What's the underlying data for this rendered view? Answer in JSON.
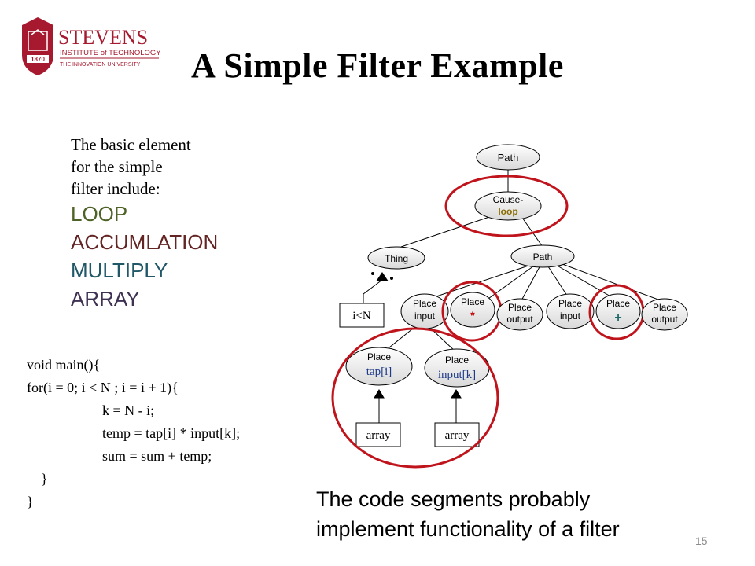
{
  "logo": {
    "brand": "STEVENS",
    "line1": "INSTITUTE of TECHNOLOGY",
    "line2": "THE INNOVATION UNIVERSITY",
    "year": "1870",
    "brand_color": "#a6192e"
  },
  "slide": {
    "title": "A Simple Filter Example",
    "page_number": "15"
  },
  "intro": {
    "lines": [
      "The basic element",
      "for the simple",
      "filter include:"
    ],
    "keywords": [
      {
        "text": "LOOP",
        "color": "#4f6228"
      },
      {
        "text": "ACCUMLATION",
        "color": "#632523"
      },
      {
        "text": "MULTIPLY",
        "color": "#215868"
      },
      {
        "text": "ARRAY",
        "color": "#3f3151"
      }
    ]
  },
  "code": {
    "lines": [
      "void main(){",
      "for(i = 0; i < N ; i = i + 1){",
      "k = N - i;",
      "temp = tap[i] * input[k];",
      "sum = sum + temp;",
      "}",
      "}"
    ]
  },
  "diagram": {
    "root": "Path",
    "cause": {
      "label": "Cause-",
      "sub": "loop",
      "sub_color": "#8a6d00"
    },
    "thing": "Thing",
    "path2": "Path",
    "cond_box": "i<N",
    "places": [
      {
        "label": "Place",
        "sub": "input"
      },
      {
        "label": "Place",
        "sub": "*",
        "sub_color": "#c00000"
      },
      {
        "label": "Place",
        "sub": "output"
      },
      {
        "label": "Place",
        "sub": "input"
      },
      {
        "label": "Place",
        "sub": "+",
        "sub_color": "#1f6b6b"
      },
      {
        "label": "Place",
        "sub": "output"
      }
    ],
    "lower_places": [
      {
        "label": "Place",
        "sub": "tap[i]",
        "sub_color": "#1f3a8a"
      },
      {
        "label": "Place",
        "sub": "input[k]",
        "sub_color": "#1f3a8a"
      }
    ],
    "array_boxes": [
      "array",
      "array"
    ],
    "highlight_color": "#c0141c"
  },
  "caption": {
    "line1": "The code segments probably",
    "line2": "implement functionality of  a filter"
  }
}
